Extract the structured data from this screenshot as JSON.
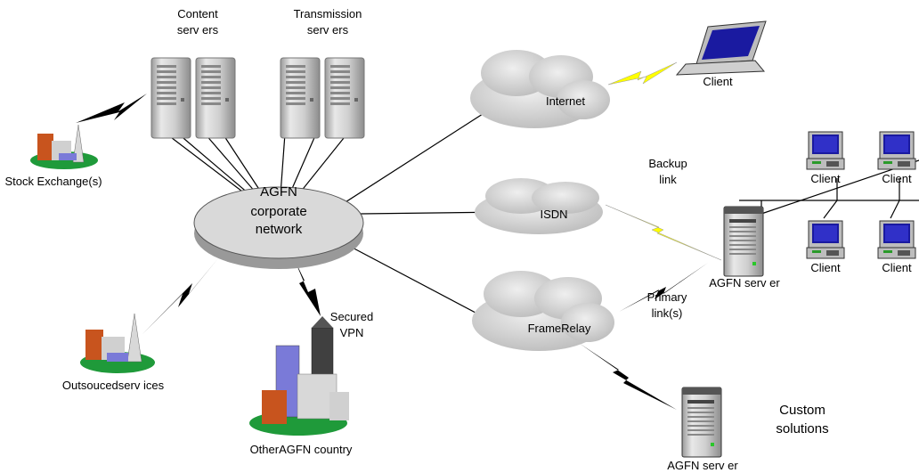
{
  "labels": {
    "content_servers_1": "Content",
    "content_servers_2": "serv ers",
    "transmission_servers_1": "Transmission",
    "transmission_servers_2": "serv ers",
    "stock_exchange": "Stock Exchange(s)",
    "core_1": "AGFN",
    "core_2": "corporate",
    "core_3": "network",
    "outsourced": "Outsoucedserv ices",
    "other_country": "OtherAGFN country",
    "secured_1": "Secured",
    "secured_2": "VPN",
    "internet": "Internet",
    "isdn": "ISDN",
    "framerelay": "FrameRelay",
    "client_laptop": "Client",
    "backup_1": "Backup",
    "backup_2": "link",
    "primary_1": "Primary",
    "primary_2": "link(s)",
    "agfn_server_1": "AGFN serv er",
    "agfn_server_2": "AGFN serv er",
    "client_a": "Client",
    "client_b": "Client",
    "client_c": "Client",
    "client_d": "Client",
    "custom_1": "Custom",
    "custom_2": "solutions"
  },
  "colors": {
    "cloud": "#d6d6d6",
    "core_fill": "#d9d9d9",
    "server": "#c8c8c8",
    "lightning_yellow": "#ffff00",
    "lightning_black": "#000000",
    "monitor_screen": "#1a1aa0",
    "grass": "#1f9a3a",
    "building_orange": "#c8541e",
    "building_blue": "#7a7ad8"
  },
  "icons": [
    "server-icon",
    "cloud-icon",
    "laptop-icon",
    "desktop-icon",
    "city-icon",
    "lightning-icon"
  ]
}
